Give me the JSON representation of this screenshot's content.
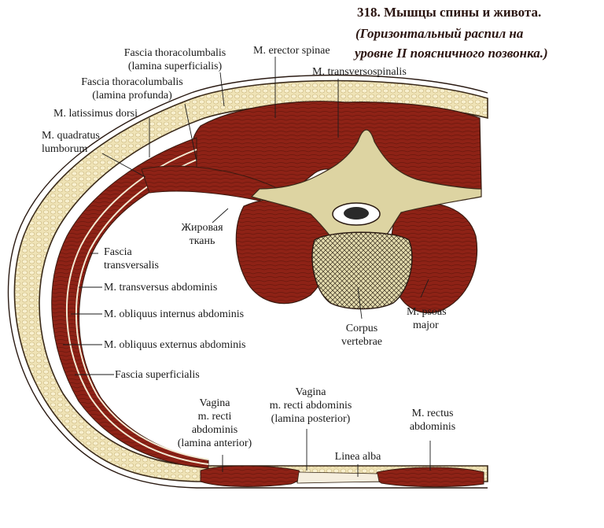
{
  "title": {
    "line1": "318. Мышцы спины и живота.",
    "line2": "(Горизонтальный распил на",
    "line3": "уровне II поясничного позвонка.)"
  },
  "labels": {
    "fascia_tl_sup_1": "Fascia thoracolumbalis",
    "fascia_tl_sup_2": "(lamina superficialis)",
    "fascia_tl_prof_1": "Fascia thoracolumbalis",
    "fascia_tl_prof_2": "(lamina profunda)",
    "erector_spinae": "M. erector spinae",
    "transversospinalis": "M. transversospinalis",
    "latissimus_dorsi": "M. latissimus dorsi",
    "quadratus_1": "M. quadratus",
    "quadratus_2": "lumborum",
    "zhir_1": "Жировая",
    "zhir_2": "ткань",
    "fascia_transv_1": "Fascia",
    "fascia_transv_2": "transversalis",
    "transversus": "M. transversus abdominis",
    "obl_int": "M. obliquus internus abdominis",
    "obl_ext": "M. obliquus externus abdominis",
    "fascia_sup": "Fascia superficialis",
    "corpus_1": "Corpus",
    "corpus_2": "vertebrae",
    "psoas_1": "M. psoas",
    "psoas_2": "major",
    "vag_post_1": "Vagina",
    "vag_post_2": "m. recti abdominis",
    "vag_post_3": "(lamina posterior)",
    "vag_ant_1": "Vagina",
    "vag_ant_2": "m. recti",
    "vag_ant_3": "abdominis",
    "vag_ant_4": "(lamina anterior)",
    "linea_alba": "Linea alba",
    "rectus_1": "M. rectus",
    "rectus_2": "abdominis"
  },
  "colors": {
    "muscle": "#8e2216",
    "muscle_dark": "#5e140c",
    "fat": "#eee1b3",
    "fascia": "#f7f1e2",
    "bone": "#d8cf9a",
    "skin": "#ffffff",
    "outline": "#2a1a12"
  }
}
